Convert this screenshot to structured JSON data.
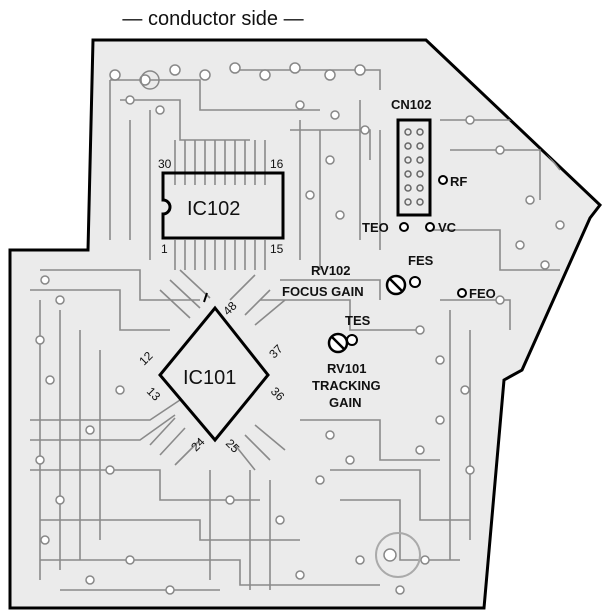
{
  "title": "— conductor side —",
  "ic102": {
    "name": "IC102",
    "pins": {
      "tl": "30",
      "tr": "16",
      "bl": "1",
      "br": "15"
    }
  },
  "ic101": {
    "name": "IC101",
    "pins": {
      "top": "48",
      "lt": "12",
      "lb": "13",
      "rt": "37",
      "rb": "36",
      "bl": "24",
      "br": "25"
    }
  },
  "cn102": {
    "name": "CN102"
  },
  "test_points": {
    "rf": "RF",
    "teo": "TEO",
    "vc": "VC",
    "fes": "FES",
    "feo": "FEO",
    "tes": "TES"
  },
  "rv102": {
    "ref": "RV102",
    "name": "FOCUS GAIN"
  },
  "rv101": {
    "ref": "RV101",
    "name_line1": "TRACKING",
    "name_line2": "GAIN"
  },
  "colors": {
    "board_fill": "#ebebeb",
    "trace": "#8a8a8a",
    "outline": "#000000"
  }
}
